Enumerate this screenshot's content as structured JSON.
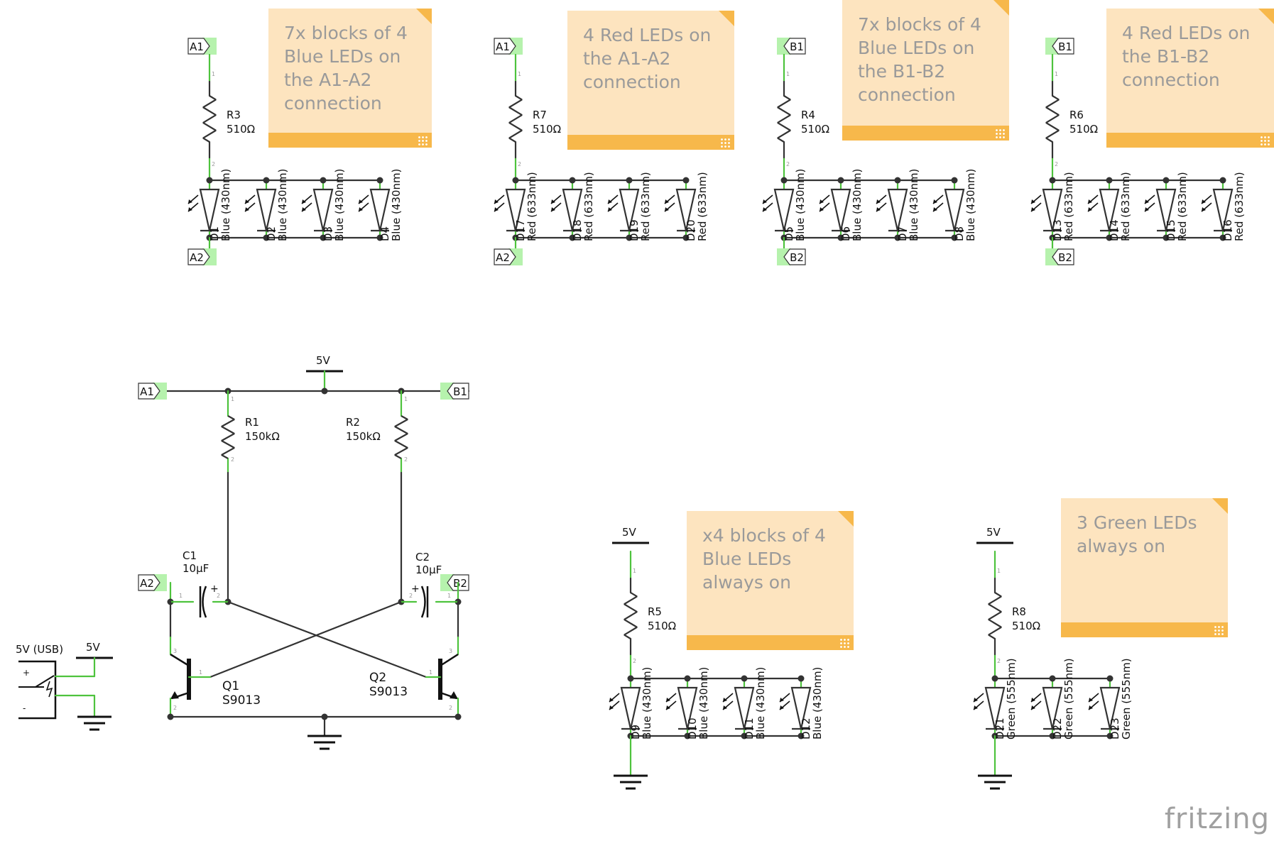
{
  "app": {
    "brand": "fritzing"
  },
  "notes": [
    {
      "text": "7x blocks of 4\nBlue LEDs on\nthe A1-A2\nconnection"
    },
    {
      "text": "4 Red LEDs on\nthe A1-A2\nconnection"
    },
    {
      "text": "7x blocks of 4\nBlue LEDs on\nthe B1-B2\nconnection"
    },
    {
      "text": "4 Red LEDs on\nthe B1-B2\nconnection"
    },
    {
      "text": "x4 blocks of 4\nBlue LEDs\nalways on"
    },
    {
      "text": "3 Green LEDs\nalways on"
    }
  ],
  "led_blocks": [
    {
      "top_label": "A1",
      "bottom_label": "A2",
      "resistor": {
        "ref": "R3",
        "value": "510Ω"
      },
      "leds": [
        {
          "ref": "D1",
          "desc": "Blue (430nm)"
        },
        {
          "ref": "D2",
          "desc": "Blue (430nm)"
        },
        {
          "ref": "D3",
          "desc": "Blue (430nm)"
        },
        {
          "ref": "D4",
          "desc": "Blue (430nm)"
        }
      ]
    },
    {
      "top_label": "A1",
      "bottom_label": "A2",
      "resistor": {
        "ref": "R7",
        "value": "510Ω"
      },
      "leds": [
        {
          "ref": "D17",
          "desc": "Red (633nm)"
        },
        {
          "ref": "D18",
          "desc": "Red (633nm)"
        },
        {
          "ref": "D19",
          "desc": "Red (633nm)"
        },
        {
          "ref": "D20",
          "desc": "Red (633nm)"
        }
      ]
    },
    {
      "top_label": "B1",
      "bottom_label": "B2",
      "resistor": {
        "ref": "R4",
        "value": "510Ω"
      },
      "leds": [
        {
          "ref": "D5",
          "desc": "Blue (430nm)"
        },
        {
          "ref": "D6",
          "desc": "Blue (430nm)"
        },
        {
          "ref": "D7",
          "desc": "Blue (430nm)"
        },
        {
          "ref": "D8",
          "desc": "Blue (430nm)"
        }
      ]
    },
    {
      "top_label": "B1",
      "bottom_label": "B2",
      "resistor": {
        "ref": "R6",
        "value": "510Ω"
      },
      "leds": [
        {
          "ref": "D13",
          "desc": "Red (633nm)"
        },
        {
          "ref": "D14",
          "desc": "Red (633nm)"
        },
        {
          "ref": "D15",
          "desc": "Red (633nm)"
        },
        {
          "ref": "D16",
          "desc": "Red (633nm)"
        }
      ]
    },
    {
      "top_label": "5V",
      "bottom_label": "",
      "resistor": {
        "ref": "R5",
        "value": "510Ω"
      },
      "leds": [
        {
          "ref": "D9",
          "desc": "Blue (430nm)"
        },
        {
          "ref": "D10",
          "desc": "Blue (430nm)"
        },
        {
          "ref": "D11",
          "desc": "Blue (430nm)"
        },
        {
          "ref": "D12",
          "desc": "Blue (430nm)"
        }
      ]
    },
    {
      "top_label": "5V",
      "bottom_label": "",
      "resistor": {
        "ref": "R8",
        "value": "510Ω"
      },
      "leds": [
        {
          "ref": "D21",
          "desc": "Green (555nm)"
        },
        {
          "ref": "D22",
          "desc": "Green (555nm)"
        },
        {
          "ref": "D23",
          "desc": "Green (555nm)"
        }
      ]
    }
  ],
  "multivibrator": {
    "supply_label": "5V",
    "net_labels": [
      "A1",
      "B1",
      "A2",
      "B2"
    ],
    "r1": {
      "ref": "R1",
      "value": "150kΩ"
    },
    "r2": {
      "ref": "R2",
      "value": "150kΩ"
    },
    "c1": {
      "ref": "C1",
      "value": "10µF"
    },
    "c2": {
      "ref": "C2",
      "value": "10µF"
    },
    "q1": {
      "ref": "Q1",
      "value": "S9013"
    },
    "q2": {
      "ref": "Q2",
      "value": "S9013"
    }
  },
  "power": {
    "jack_label": "5V (USB)",
    "supply_label": "5V"
  },
  "pin_numbers": {
    "one": "1",
    "two": "2",
    "three": "3",
    "plus": "+",
    "minus": "-"
  }
}
